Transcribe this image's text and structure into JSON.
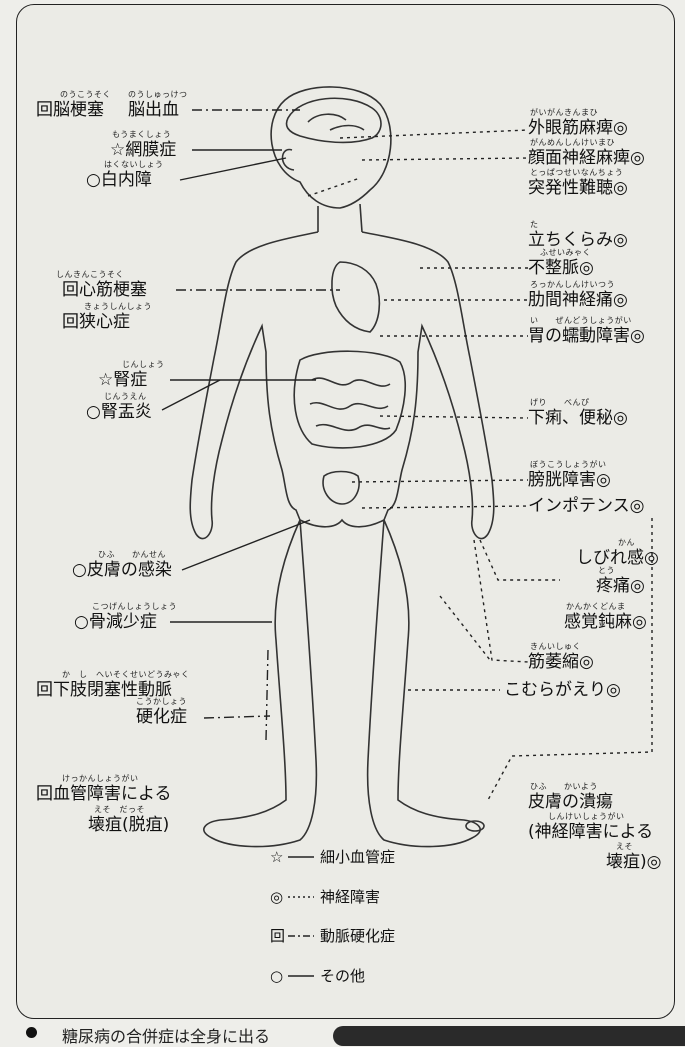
{
  "labels": {
    "noukousoku": {
      "text": "回脳梗塞",
      "ruby": "のうこうそく"
    },
    "noushukketsu": {
      "text": "脳出血",
      "ruby": "のうしゅっけつ"
    },
    "moumakushou": {
      "text": "☆網膜症",
      "ruby": "もうまくしょう"
    },
    "hakunaishou": {
      "text": "○白内障",
      "ruby": "はくないしょう"
    },
    "gaigankin": {
      "text": "外眼筋麻痺◎",
      "ruby": "がいがんきんまひ"
    },
    "ganmen": {
      "text": "顔面神経麻痺◎",
      "ruby": "がんめんしんけいまひ"
    },
    "toppatsu": {
      "text": "突発性難聴◎",
      "ruby": "とっぱつせいなんちょう"
    },
    "tachikurami": {
      "text": "立ちくらみ◎",
      "ruby": "た"
    },
    "fuseimyaku": {
      "text": "不整脈◎",
      "ruby": "ふせいみゃく"
    },
    "shinkin": {
      "text": "回心筋梗塞",
      "ruby": "しんきんこうそく"
    },
    "kyoushin": {
      "text": "回狭心症",
      "ruby": "きょうしんしょう"
    },
    "rokkan": {
      "text": "肋間神経痛◎",
      "ruby": "ろっかんしんけいつう"
    },
    "zendou": {
      "text": "胃の蠕動障害◎",
      "ruby": "い　　ぜんどうしょうがい"
    },
    "jinshou": {
      "text": "☆腎症",
      "ruby": "じんしょう"
    },
    "jinuen": {
      "text": "○腎盂炎",
      "ruby": "じんうえん"
    },
    "geri": {
      "text": "下痢、便秘◎",
      "ruby": "げり　　べんぴ"
    },
    "boukou": {
      "text": "膀胱障害◎",
      "ruby": "ぼうこうしょうがい"
    },
    "impotence": {
      "text": "インポテンス◎",
      "ruby": ""
    },
    "hifu_kansen": {
      "text": "○皮膚の感染",
      "ruby": "ひふ　　かんせん"
    },
    "shibire": {
      "text": "しびれ感◎",
      "ruby": "かん"
    },
    "toutsu": {
      "text": "疼痛◎",
      "ruby": "とう"
    },
    "kotsugen": {
      "text": "○骨減少症",
      "ruby": "こつげんしょうしょう"
    },
    "kankaku": {
      "text": "感覚鈍麻◎",
      "ruby": "かんかくどんま"
    },
    "kinisyuku": {
      "text": "筋萎縮◎",
      "ruby": "きんいしゅく"
    },
    "kashi": {
      "text": "回下肢閉塞性動脈",
      "ruby": "か　し　へいそくせいどうみゃく"
    },
    "komuragaeri": {
      "text": "こむらがえり◎",
      "ruby": ""
    },
    "koukashou": {
      "text": "硬化症",
      "ruby": "こうかしょう"
    },
    "kekkan": {
      "text": "回血管障害による",
      "ruby": "けっかんしょうがい"
    },
    "eso": {
      "text": "壊疽(脱疽)",
      "ruby": "えそ　だっそ"
    },
    "kaiyou": {
      "text": "皮膚の潰瘍",
      "ruby": "ひふ　　かいよう"
    },
    "shinkei_yoru": {
      "text": "(神経障害による",
      "ruby": "しんけいしょうがい"
    },
    "eso2": {
      "text": "壊疽)◎",
      "ruby": "えそ"
    }
  },
  "legend": [
    {
      "symbol": "☆",
      "line": "——",
      "label": "細小血管症"
    },
    {
      "symbol": "◎",
      "line": "……",
      "label": "神経障害"
    },
    {
      "symbol": "回",
      "line": "—・—",
      "label": "動脈硬化症"
    },
    {
      "symbol": "○",
      "line": "——",
      "label": "その他"
    }
  ],
  "caption": "糖尿病の合併症は全身に出る"
}
